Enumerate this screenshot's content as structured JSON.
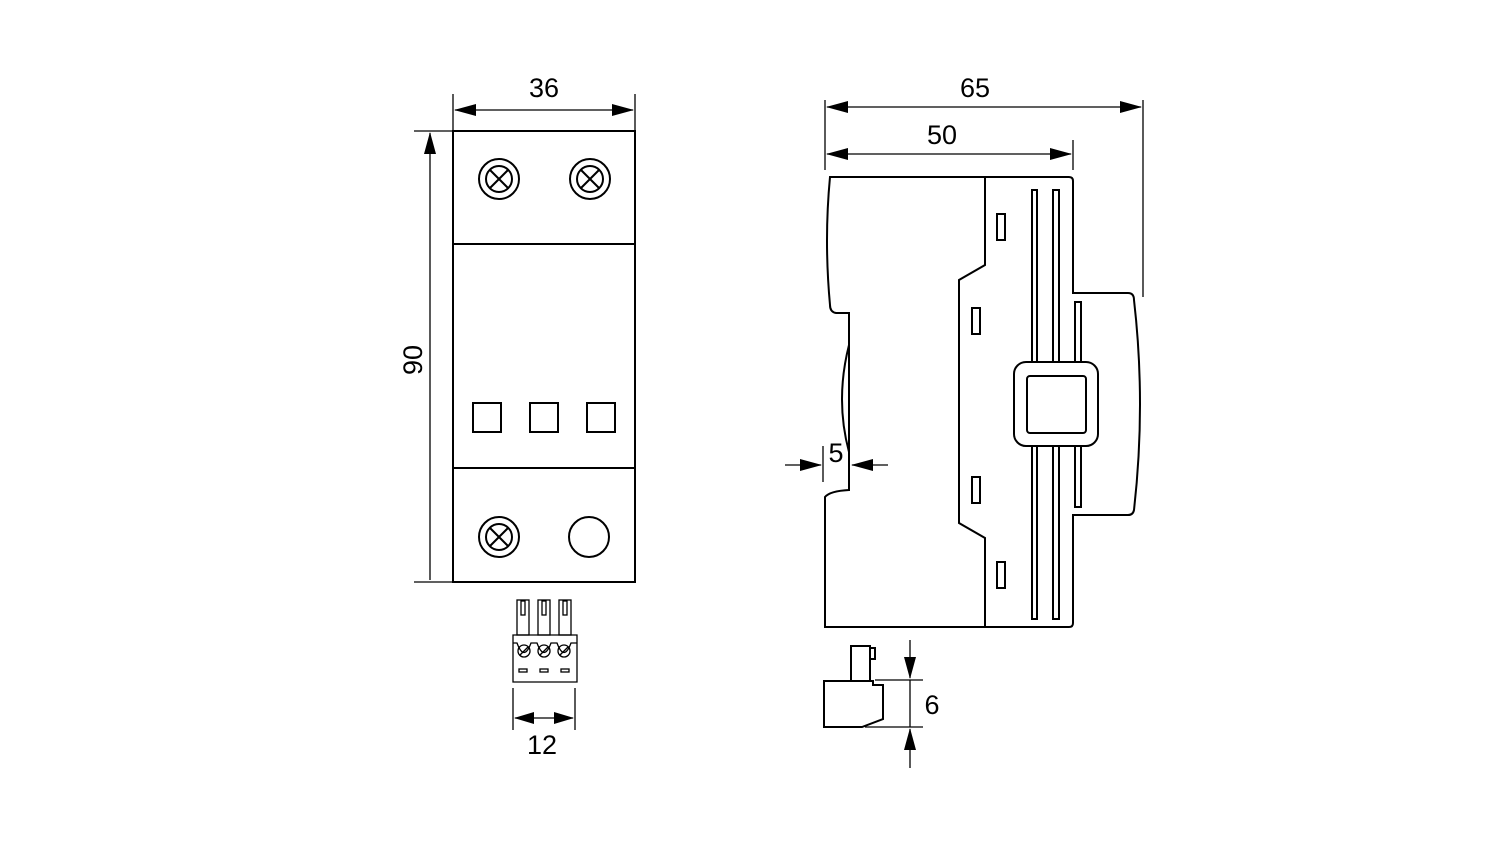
{
  "front_view": {
    "width_label": "36",
    "height_label": "90",
    "connector_pitch_label": "12"
  },
  "side_view": {
    "depth_total_label": "65",
    "depth_body_label": "50",
    "rail_notch_label": "5",
    "clip_label": "6"
  },
  "colors": {
    "line": "#000000",
    "background": "#ffffff"
  }
}
